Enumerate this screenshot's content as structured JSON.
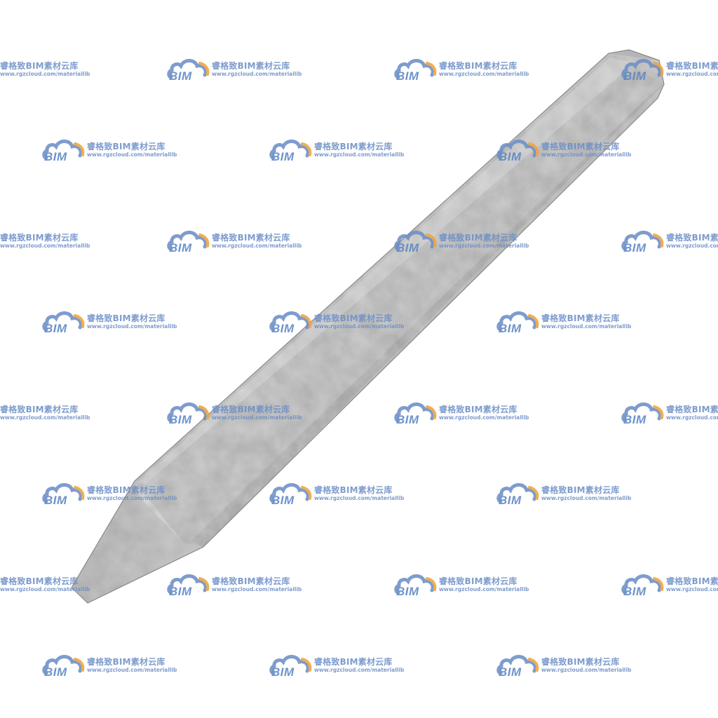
{
  "image": {
    "subject": "concrete-stake",
    "background_color": "#ffffff",
    "stake_colors": {
      "light": "#c2c2c2",
      "mid": "#a9a9a9",
      "dark": "#8c8c8c",
      "edge": "#7c7c7c"
    }
  },
  "watermark": {
    "brand_mark": "BIM",
    "name": "睿格致BIM素材云库",
    "url": "www.rgzcloud.com/materiallib",
    "colors": {
      "cloud_blue": "#6d8fc7",
      "cloud_orange": "#f0a33a",
      "text": "#6d8fc7"
    }
  }
}
